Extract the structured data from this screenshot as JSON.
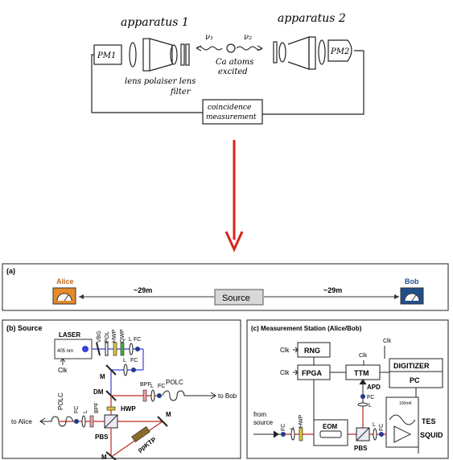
{
  "sketch": {
    "apparatus1": "apparatus 1",
    "apparatus2": "apparatus 2",
    "pm1": "PM1",
    "pm2": "PM2",
    "lens_label": "lens polaiser lens",
    "filter_label": "filter",
    "nu1": "ν₁",
    "nu2": "ν₂",
    "atoms_line1": "Ca atoms",
    "atoms_line2": "excited",
    "coinc_line1": "coincidence",
    "coinc_line2": "measurement"
  },
  "arrow_color": "#d9241c",
  "panel_a": {
    "label": "(a)",
    "alice": "Alice",
    "bob": "Bob",
    "source": "Source",
    "dist_left": "~29m",
    "dist_right": "~29m"
  },
  "panel_b": {
    "label": "(b) Source",
    "laser": "LASER",
    "wavelength": "405 nm",
    "clk": "Clk",
    "vbg": "VBG",
    "pol": "POL",
    "hwp_top": "HWP",
    "qwp": "QWP",
    "l1": "L",
    "fc1": "FC",
    "m1": "M",
    "l2": "L",
    "fc2": "FC",
    "dm": "DM",
    "bpf_right": "BPF",
    "l3": "L",
    "fc3": "FC",
    "polc_right": "POLC",
    "to_bob": "to Bob",
    "polc_left": "POLC",
    "fc4": "FC",
    "l4": "L",
    "bpf_left": "BPF",
    "to_alice": "to Alice",
    "hwp_mid": "HWP",
    "pbs": "PBS",
    "m2": "M",
    "ppktp": "ppKTP",
    "m3": "M"
  },
  "panel_c": {
    "label": "(c) Measurement Station (Alice/Bob)",
    "clk1": "Clk",
    "rng": "RNG",
    "clk2": "Clk",
    "fpga": "FPGA",
    "clk3": "Clk",
    "clk4": "Clk",
    "ttm": "TTM",
    "digitizer": "DIGITIZER",
    "pc": "PC",
    "apd": "APD",
    "fc_apd": "FC",
    "l_apd": "L",
    "from_source_1": "from",
    "from_source_2": "source",
    "fc_in": "FC",
    "l_in": "L",
    "hwp": "HWP",
    "eom": "EOM",
    "pbs": "PBS",
    "l_out": "L",
    "fc_out": "FC",
    "tes": "TES",
    "squid": "SQUID",
    "tes_inner": "100mK"
  }
}
